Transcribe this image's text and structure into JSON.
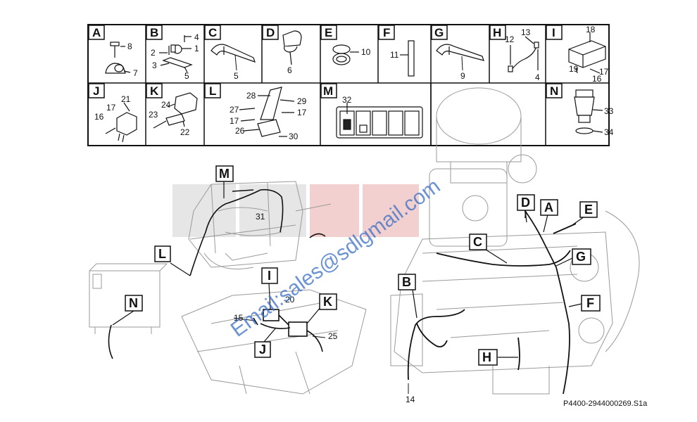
{
  "detail_cells": [
    {
      "letter": "A",
      "numbers": [
        "8",
        "7"
      ]
    },
    {
      "letter": "B",
      "numbers": [
        "4",
        "2",
        "1",
        "3",
        "5"
      ]
    },
    {
      "letter": "C",
      "numbers": [
        "5"
      ]
    },
    {
      "letter": "D",
      "numbers": [
        "6"
      ]
    },
    {
      "letter": "E",
      "numbers": [
        "10"
      ]
    },
    {
      "letter": "F",
      "numbers": [
        "11"
      ]
    },
    {
      "letter": "G",
      "numbers": [
        "9"
      ]
    },
    {
      "letter": "H",
      "numbers": [
        "13",
        "12",
        "4"
      ]
    },
    {
      "letter": "I",
      "numbers": [
        "18",
        "19",
        "17",
        "16"
      ]
    },
    {
      "letter": "J",
      "numbers": [
        "21",
        "17",
        "16"
      ]
    },
    {
      "letter": "K",
      "numbers": [
        "24",
        "23",
        "22"
      ]
    },
    {
      "letter": "L",
      "numbers": [
        "28",
        "29",
        "27",
        "17",
        "17",
        "26",
        "30"
      ]
    },
    {
      "letter": "M",
      "numbers": [
        "32"
      ]
    },
    {
      "letter": "N",
      "numbers": [
        "33",
        "34"
      ]
    }
  ],
  "callouts": {
    "M": "M",
    "L": "L",
    "N": "N",
    "I": "I",
    "J": "J",
    "K": "K",
    "D": "D",
    "A": "A",
    "E": "E",
    "C": "C",
    "G": "G",
    "B": "B",
    "F": "F",
    "H": "H"
  },
  "part_numbers": {
    "n31": "31",
    "n20": "20",
    "n15": "15",
    "n25": "25",
    "n14": "14"
  },
  "watermark": "Email:sales@sdlgmail.com",
  "drawing_number": "P4400-2944000269.S1a",
  "colors": {
    "line": "#111111",
    "ghost": "#bdbdbd",
    "logo": "#e0e0e0",
    "logo_red": "#f3d6d6",
    "watermark": "#3b6fc4"
  }
}
